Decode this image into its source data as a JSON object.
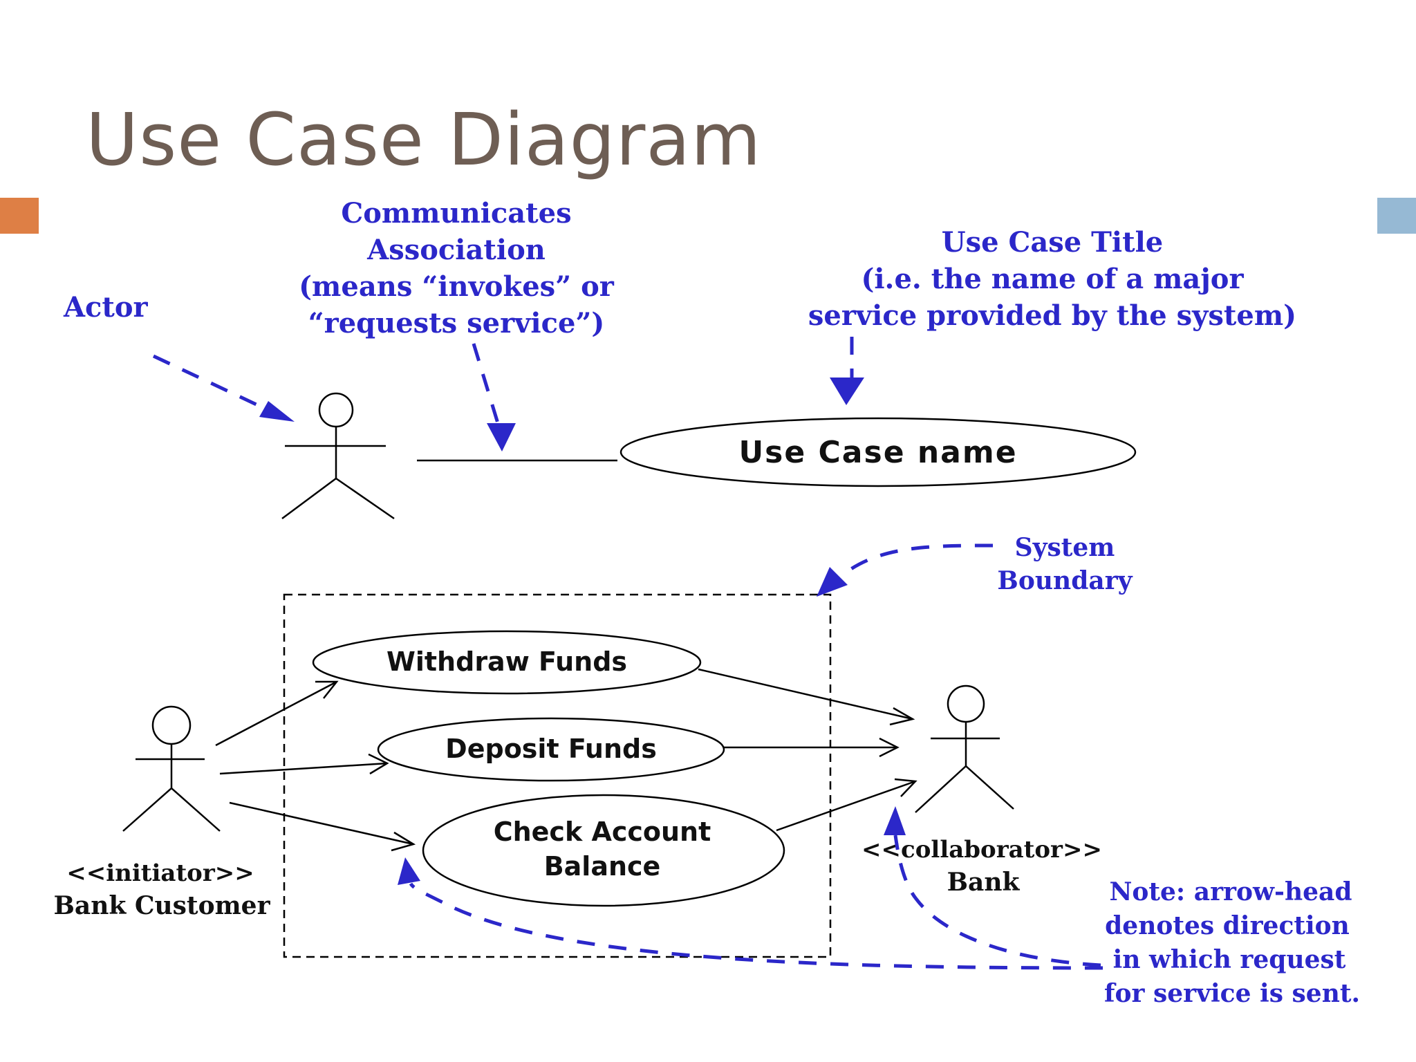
{
  "slide": {
    "title": "Use Case Diagram",
    "accent_left_color": "#de7f45",
    "accent_right_color": "#96b9d4"
  },
  "annotations": {
    "actor": "Actor",
    "communicates": {
      "line1": "Communicates",
      "line2": "Association",
      "line3": "(means “invokes” or",
      "line4": "“requests service”)"
    },
    "use_case_title": {
      "line1": "Use Case Title",
      "line2": "(i.e. the name of a major",
      "line3": "service provided by the system)"
    },
    "system_boundary": {
      "line1": "System",
      "line2": "Boundary"
    },
    "note": {
      "line1": "Note: arrow-head",
      "line2": "denotes direction",
      "line3": "in which request",
      "line4": "for service is sent."
    },
    "color": "#2b27c9"
  },
  "top_example": {
    "use_case_name": "Use Case name"
  },
  "bank_example": {
    "use_cases": {
      "withdraw": "Withdraw Funds",
      "deposit": "Deposit Funds",
      "check_line1": "Check Account",
      "check_line2": "Balance"
    },
    "initiator": {
      "stereotype": "<<initiator>>",
      "name": "Bank Customer"
    },
    "collaborator": {
      "stereotype": "<<collaborator>>",
      "name": "Bank"
    }
  }
}
